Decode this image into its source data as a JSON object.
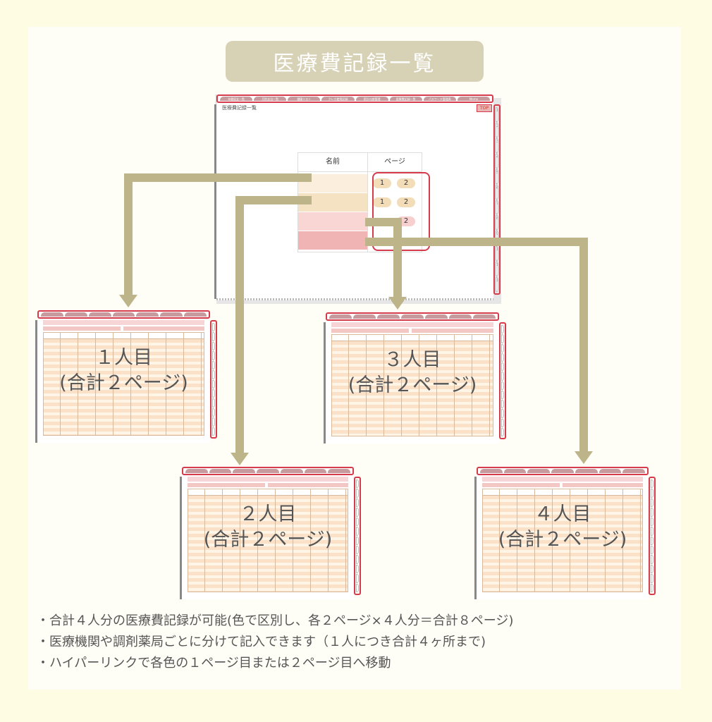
{
  "title": "医療費記録一覧",
  "overview": {
    "heading": "医療費記録一覧",
    "top_button": "TOP",
    "tabs": [
      "年間収支一覧",
      "月別支出一覧",
      "健康リスト",
      "クレカ使用記録",
      "家計口座管理",
      "医療費記録一覧",
      "パスワード管理表",
      "Memo"
    ],
    "side_tabs": [
      "1",
      "2",
      "3",
      "4",
      "5",
      "6",
      "7",
      "8",
      "9",
      "10",
      "11",
      "12"
    ],
    "table": {
      "name_header": "名前",
      "page_header": "ページ",
      "row_colors": [
        "#fbeedd",
        "#f5e2c2",
        "#f9d6d4",
        "#f0b4b4"
      ],
      "page_numbers": [
        "1",
        "2"
      ]
    }
  },
  "records": [
    {
      "label_line1": "１人目",
      "label_line2": "(合計２ページ)"
    },
    {
      "label_line1": "３人目",
      "label_line2": "(合計２ページ)"
    },
    {
      "label_line1": "２人目",
      "label_line2": "(合計２ページ)"
    },
    {
      "label_line1": "４人目",
      "label_line2": "(合計２ページ)"
    }
  ],
  "notes": [
    "・合計４人分の医療費記録が可能(色で区別し、各２ページ×４人分＝合計８ページ)",
    "・医療機関や調剤薬局ごとに分けて記入できます（１人につき合計４ヶ所まで)",
    "・ハイパーリンクで各色の１ページ目または２ページ目へ移動"
  ],
  "colors": {
    "accent_red": "#d63b4b",
    "connector": "#bdb48a",
    "banner": "#d7d2b6"
  }
}
